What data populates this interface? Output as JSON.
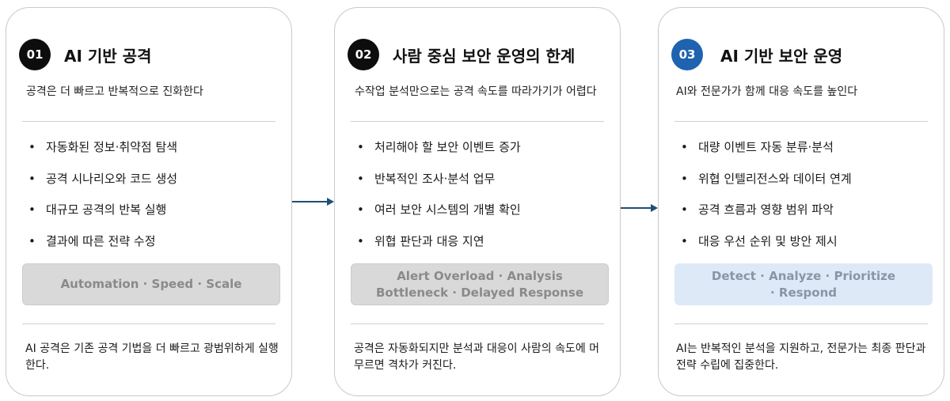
{
  "cards": [
    {
      "number": "01",
      "title": "AI 기반 공격",
      "subtitle": "공격은 더 빠르고 반복적으로 진화한다",
      "bullets": [
        "자동화된 정보·취약점 탐색",
        "공격 시나리오와 코드 생성",
        "대규모 공격의 반복 실행",
        "결과에 따른 전략 수정"
      ],
      "tag": "Automation · Speed · Scale",
      "footer": "AI 공격은 기존 공격 기법을 더 빠르고 광범위하게 실행한다."
    },
    {
      "number": "02",
      "title": "사람 중심 보안 운영의 한계",
      "subtitle": "수작업 분석만으로는 공격 속도를 따라가기가 어렵다",
      "bullets": [
        "처리해야 할 보안 이벤트 증가",
        "반복적인 조사·분석 업무",
        "여러 보안 시스템의 개별 확인",
        "위협 판단과 대응 지연"
      ],
      "tag": "Alert Overload · Analysis Bottleneck · Delayed Response",
      "footer": "공격은 자동화되지만 분석과 대응이 사람의 속도에 머무르면 격차가 커진다."
    },
    {
      "number": "03",
      "title": "AI 기반 보안 운영",
      "subtitle": "AI와 전문가가 함께 대응 속도를 높인다",
      "bullets": [
        "대량 이벤트 자동 분류·분석",
        "위협 인텔리전스와 데이터 연계",
        "공격 흐름과 영향 범위 파악",
        "대응 우선 순위 및 방안 제시"
      ],
      "tag": "Detect · Analyze · Prioritize · Respond",
      "footer": "AI는 반복적인 분석을 지원하고, 전문가는 최종 판단과 전략 수립에 집중한다."
    }
  ],
  "colors": {
    "number_badge_dark": "#0d0d0d",
    "number_badge_accent": "#1f63b0",
    "arrow": "#1f4f73",
    "tag_gray": "#d9d9d9",
    "tag_blue": "#dde9f7"
  }
}
